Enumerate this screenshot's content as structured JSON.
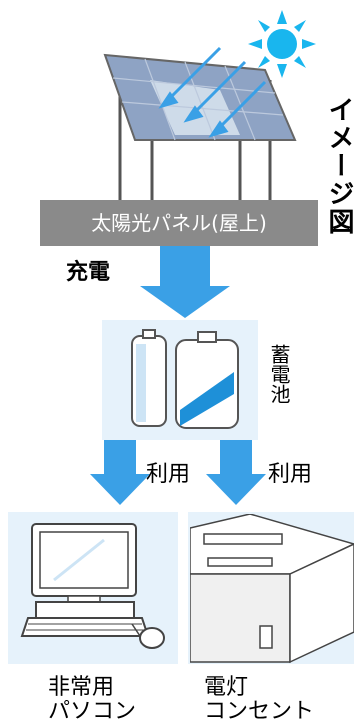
{
  "title": "イメージ図",
  "panel_label": "太陽光パネル(屋上)",
  "charge_label": "充電",
  "battery_label": "蓄電池",
  "use_label_left": "利用",
  "use_label_right": "利用",
  "caption_pc_line1": "非常用",
  "caption_pc_line2": "パソコン",
  "caption_light_line1": "電灯",
  "caption_light_line2": "コンセント",
  "colors": {
    "arrow_blue": "#3aa0e6",
    "sun_blue": "#19b6ee",
    "panel_gray": "#8a8a8a",
    "box_bg": "#e6f2fb"
  }
}
